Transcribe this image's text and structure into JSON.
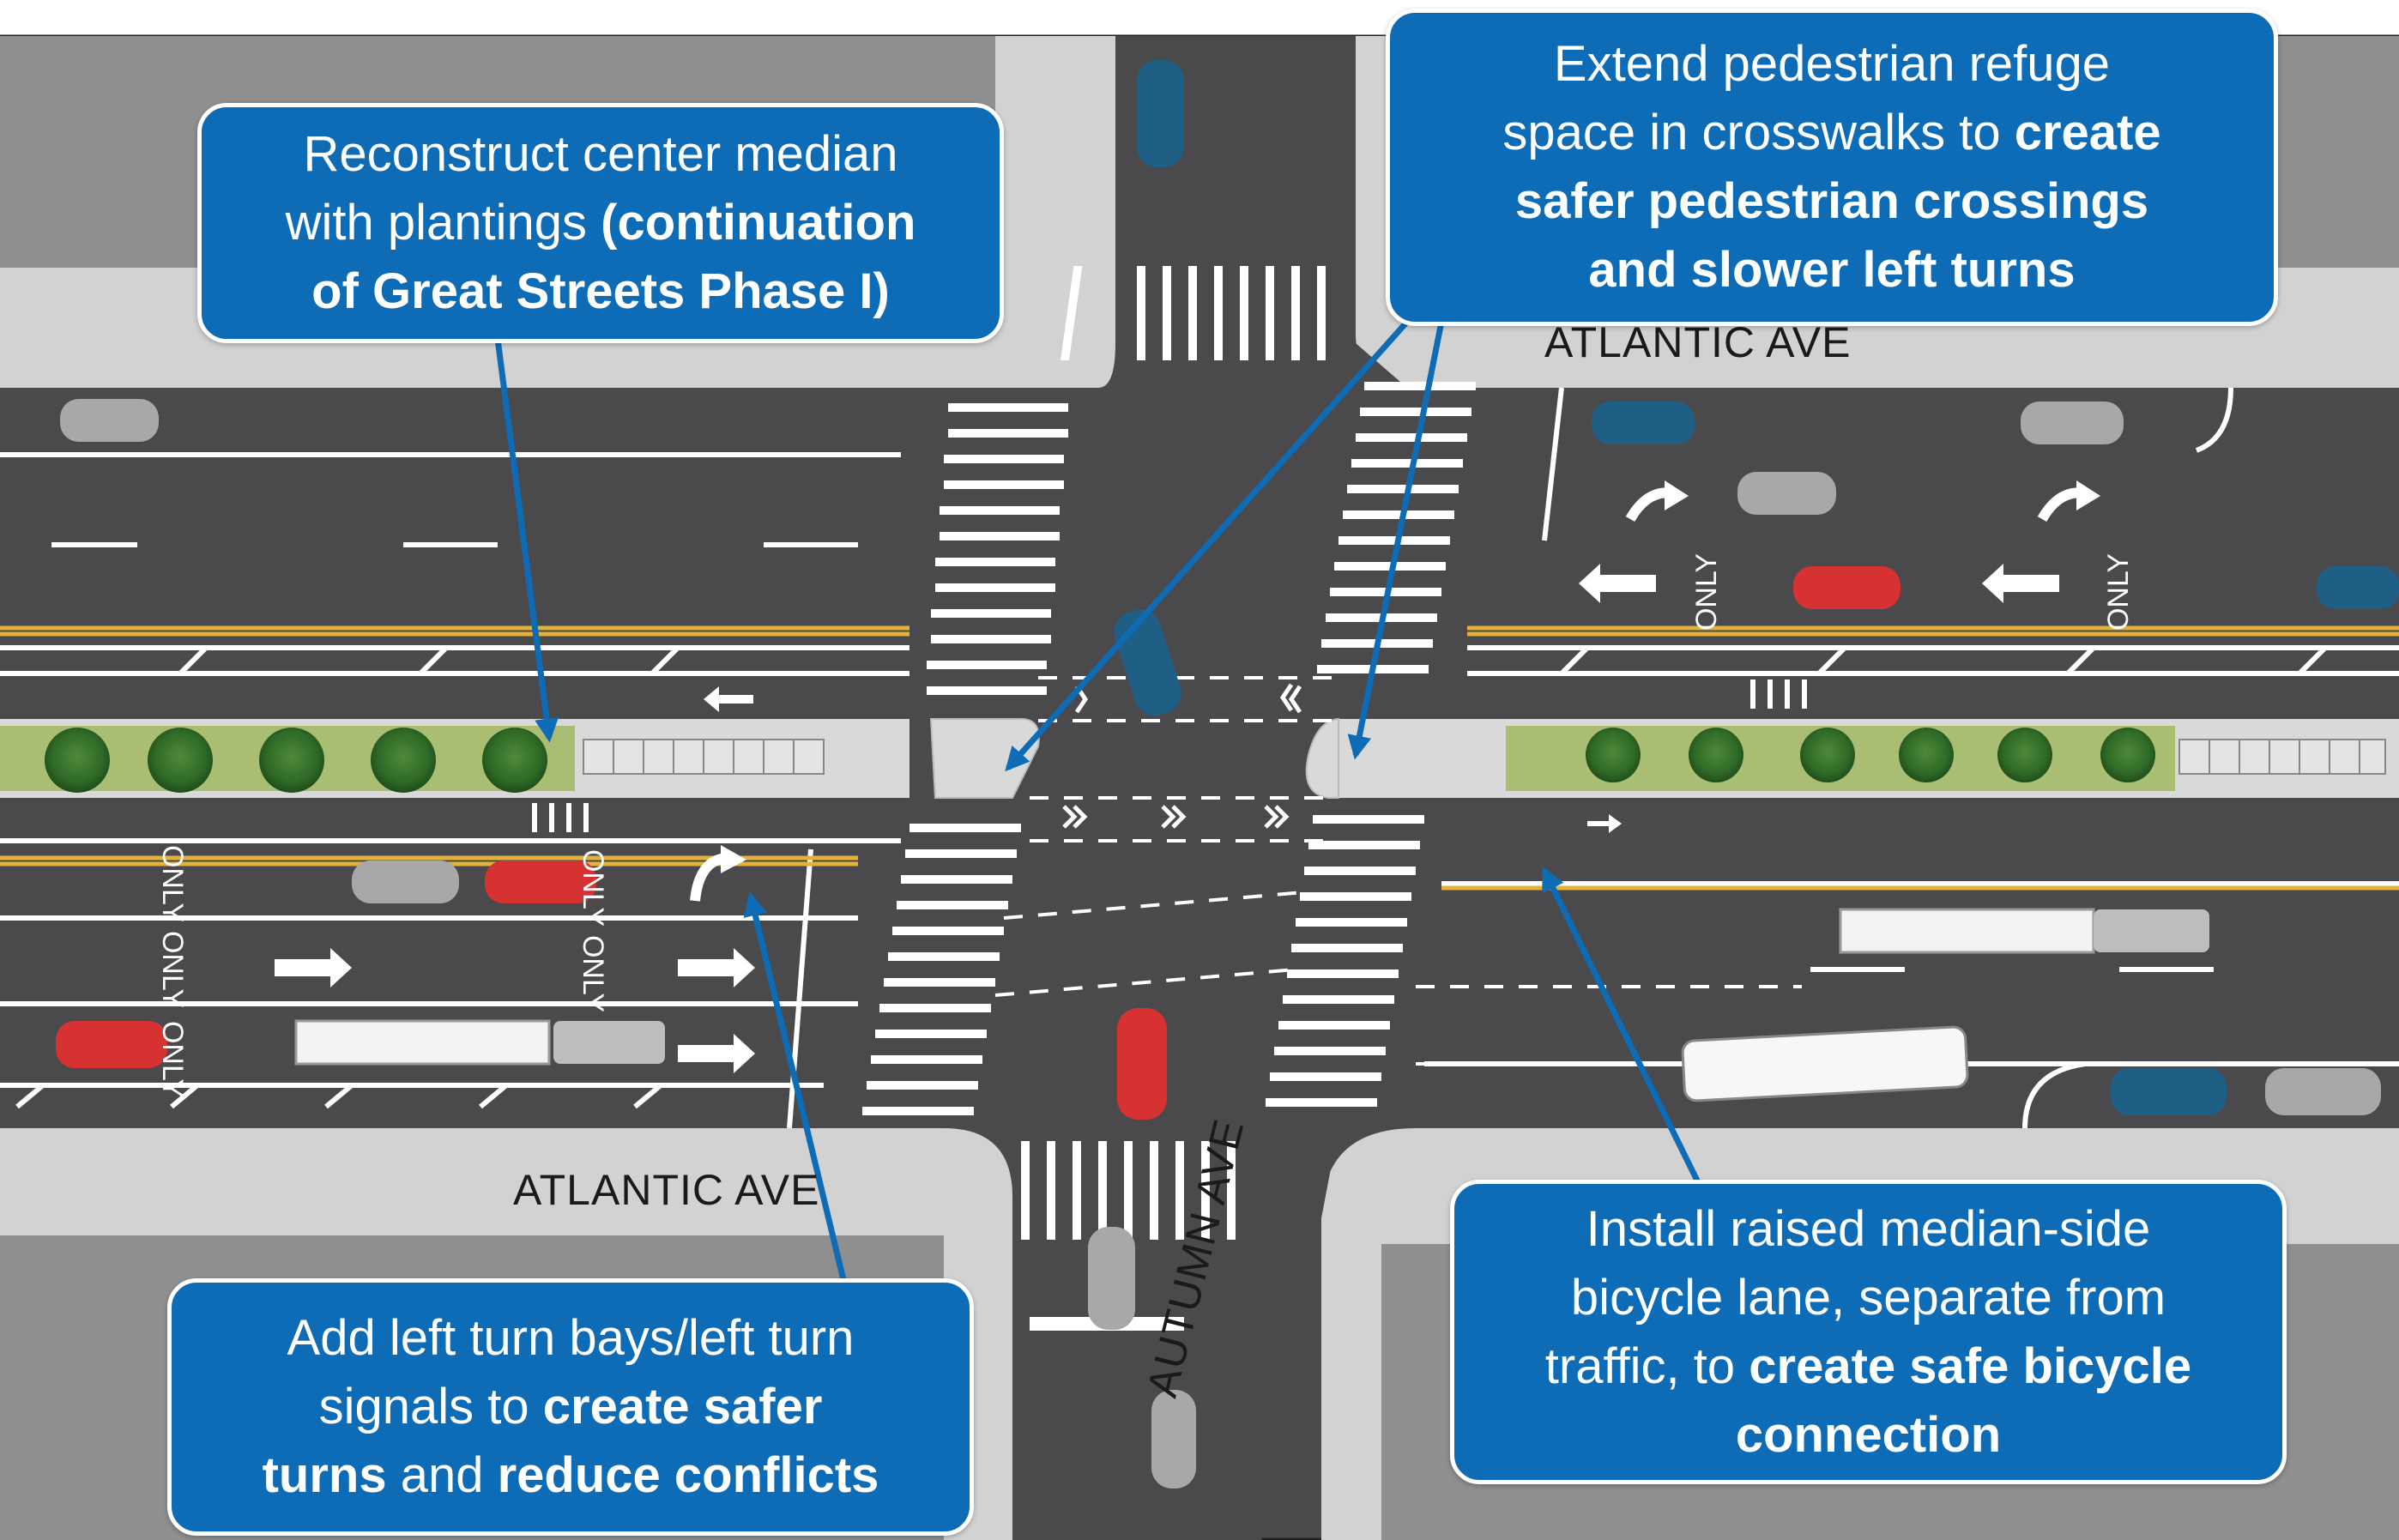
{
  "colors": {
    "road": "#4a4a4c",
    "sidewalk": "#cfcfcf",
    "block": "#8f8f8f",
    "median_grass": "#9fb56a",
    "callout_blue": "#0d6cb5",
    "yellow_line": "#e2b23a"
  },
  "streets": {
    "atlantic_top": "ATLANTIC AVE",
    "atlantic_bottom": "ATLANTIC AVE",
    "autumn": "AUTUMN AVE"
  },
  "pavement": {
    "only": "ONLY"
  },
  "callouts": {
    "median": {
      "line1": "Reconstruct center median",
      "line2a": "with plantings ",
      "line2b": "(continuation",
      "line3": "of Great Streets Phase I)"
    },
    "refuge": {
      "line1": "Extend pedestrian refuge",
      "line2a": "space in crosswalks to ",
      "line2b": "create",
      "line3": "safer pedestrian crossings",
      "line4": "and slower left turns"
    },
    "turns": {
      "line1": "Add left turn bays/left turn",
      "line2a": "signals to ",
      "line2b": "create safer",
      "line3a": "turns",
      "line3b": " and ",
      "line3c": "reduce conflicts"
    },
    "bicycle": {
      "line1": "Install raised median-side",
      "line2": "bicycle lane, separate from",
      "line3a": "traffic, to ",
      "line3b": "create safe bicycle",
      "line4": "connection"
    }
  }
}
